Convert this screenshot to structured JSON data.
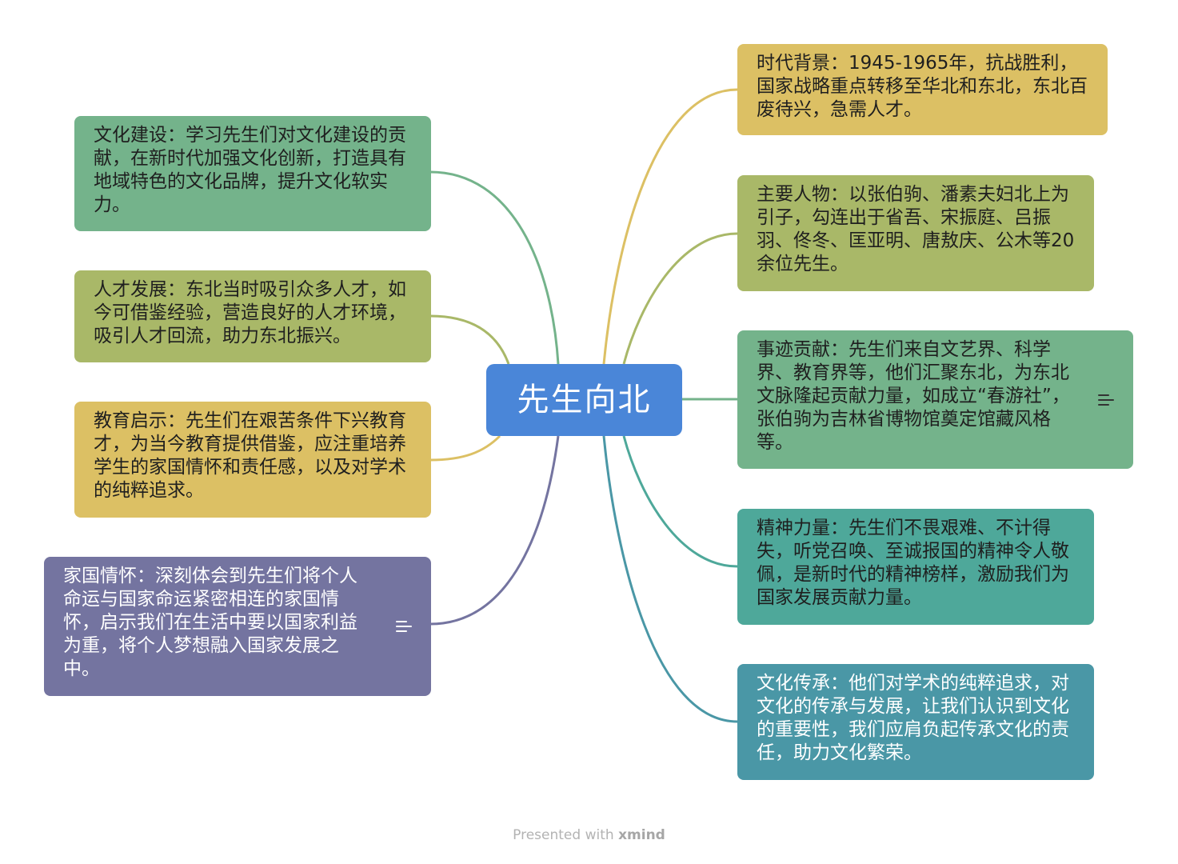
{
  "central": {
    "label": "先生向北",
    "color": "#4a86d8"
  },
  "left_topics": [
    {
      "text": "文化建设：学习先生们对文化建设的贡献，在新时代加强文化创新，打造具有地域特色的文化品牌，提升文化软实力。",
      "color": "#74b38b",
      "line": "#74b38b",
      "has_note": false
    },
    {
      "text": "人才发展：东北当时吸引众多人才，如今可借鉴经验，营造良好的人才环境，吸引人才回流，助力东北振兴。",
      "color": "#a9b868",
      "line": "#a9b868",
      "has_note": false
    },
    {
      "text": "教育启示：先生们在艰苦条件下兴教育才，为当今教育提供借鉴，应注重培养学生的家国情怀和责任感，以及对学术的纯粹追求。",
      "color": "#dcc064",
      "line": "#dcc064",
      "has_note": false
    },
    {
      "text": "家国情怀：深刻体会到先生们将个人命运与国家命运紧密相连的家国情怀，启示我们在生活中要以国家利益为重，将个人梦想融入国家发展之中。",
      "color": "#7474a0",
      "line": "#7474a0",
      "has_note": true,
      "dark": true
    }
  ],
  "right_topics": [
    {
      "text": "时代背景：1945-1965年，抗战胜利，国家战略重点转移至华北和东北，东北百废待兴，急需人才。",
      "color": "#dcc064",
      "line": "#dcc064",
      "has_note": false
    },
    {
      "text": "主要人物：以张伯驹、潘素夫妇北上为引子，勾连出于省吾、宋振庭、吕振羽、佟冬、匡亚明、唐敖庆、公木等20余位先生。",
      "color": "#a9b868",
      "line": "#a9b868",
      "has_note": false
    },
    {
      "text": "事迹贡献：先生们来自文艺界、科学界、教育界等，他们汇聚东北，为东北文脉隆起贡献力量，如成立“春游社”，张伯驹为吉林省博物馆奠定馆藏风格等。",
      "color": "#74b38b",
      "line": "#74b38b",
      "has_note": true
    },
    {
      "text": "精神力量：先生们不畏艰难、不计得失，听党召唤、至诚报国的精神令人敬佩，是新时代的精神榜样，激励我们为国家发展贡献力量。",
      "color": "#4ea89a",
      "line": "#4ea89a",
      "has_note": false
    },
    {
      "text": "文化传承：他们对学术的纯粹追求，对文化的传承与发展，让我们认识到文化的重要性，我们应肩负起传承文化的责任，助力文化繁荣。",
      "color": "#4a97a6",
      "line": "#4a97a6",
      "has_note": false,
      "dark": true
    }
  ],
  "footer": {
    "prefix": "Presented with",
    "brand": "xmind"
  }
}
